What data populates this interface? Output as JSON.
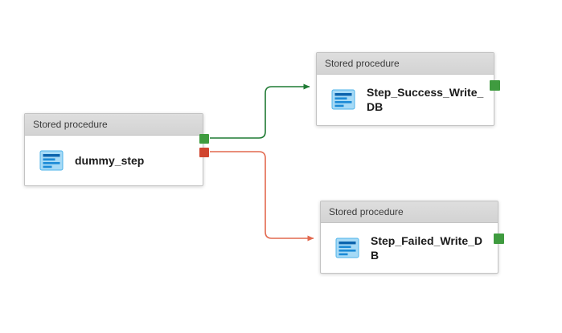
{
  "nodes": [
    {
      "type": "Stored procedure",
      "name": "dummy_step"
    },
    {
      "type": "Stored procedure",
      "name": "Step_Success_Write_DB"
    },
    {
      "type": "Stored procedure",
      "name": "Step_Failed_Write_DB"
    }
  ],
  "edges": [
    {
      "kind": "success",
      "from": "dummy_step",
      "to": "Step_Success_Write_DB",
      "color": "#1f7a33"
    },
    {
      "kind": "failure",
      "from": "dummy_step",
      "to": "Step_Failed_Write_DB",
      "color": "#e2694f"
    }
  ],
  "ports": {
    "success_color": "#3f9b3f",
    "failure_color": "#d0452f"
  },
  "icons": {
    "activity_icon": "stored-procedure-icon"
  }
}
